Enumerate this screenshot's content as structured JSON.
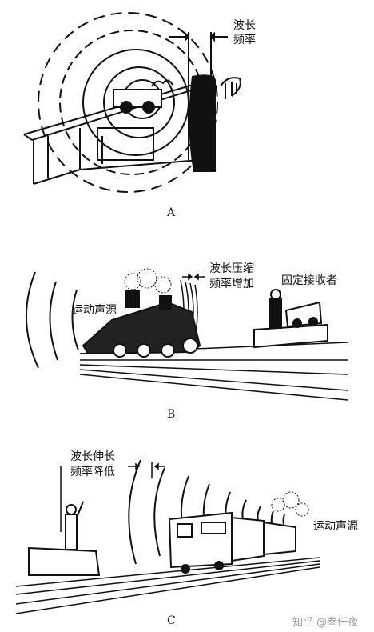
{
  "panel_a": {
    "label": "A",
    "annotation_line1": "波长",
    "annotation_line2": "频率"
  },
  "panel_b": {
    "label": "B",
    "annotation_line1": "波长压缩",
    "annotation_line2": "频率增加",
    "source_label": "运动声源",
    "receiver_label": "固定接收者"
  },
  "panel_c": {
    "label": "C",
    "annotation_line1": "波长伸长",
    "annotation_line2": "频率降低",
    "source_label": "运动声源"
  },
  "watermark": "知乎 @叁仟夜"
}
